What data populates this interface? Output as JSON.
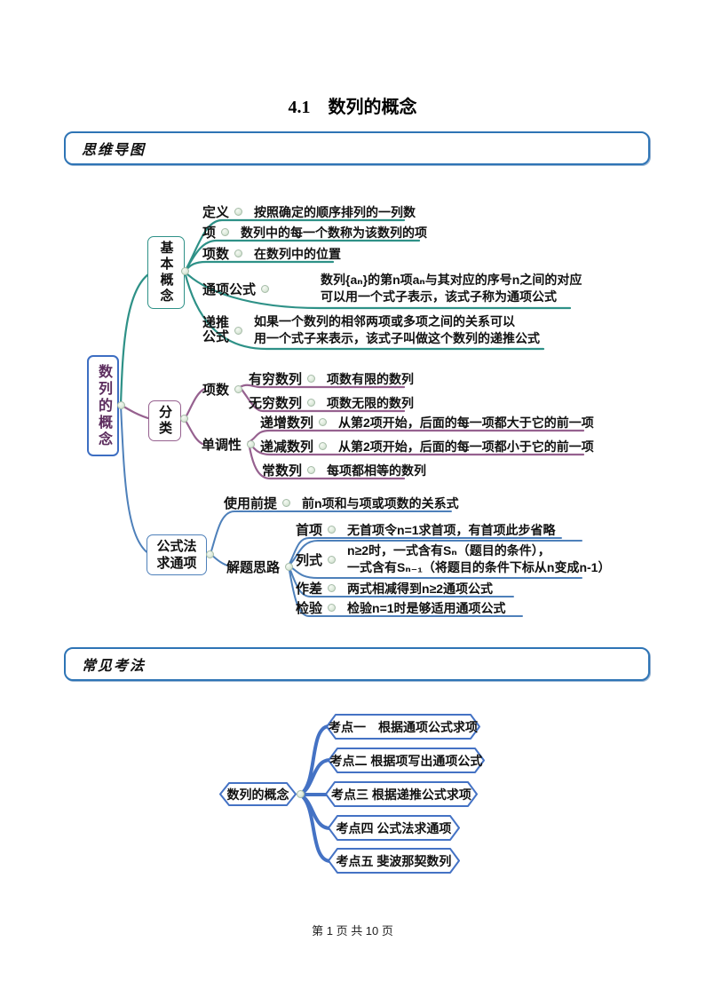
{
  "title": "4.1　数列的概念",
  "sections": {
    "s1": "思维导图",
    "s2": "常见考法"
  },
  "footer": "第 1 页 共 10 页",
  "colors": {
    "branch_teal": "#2E9187",
    "branch_purple": "#96618F",
    "branch_blue": "#4E80BA",
    "root_border_blue": "#3D6EC2",
    "root_text_purple": "#5C2D5E",
    "exam_blue": "#4472C4",
    "section_border_blue": "#2E74B5"
  },
  "map1": {
    "root": "数列的概念",
    "basic": {
      "label": "基本概念",
      "def": {
        "label": "定义",
        "desc": "按照确定的顺序排列的一列数"
      },
      "item": {
        "label": "项",
        "desc": "数列中的每一个数称为该数列的项"
      },
      "index": {
        "label": "项数",
        "desc": "在数列中的位置"
      },
      "general": {
        "label": "通项公式",
        "desc1": "数列{aₙ}的第n项aₙ与其对应的序号n之间的对应",
        "desc2": "可以用一个式子表示，该式子称为通项公式"
      },
      "recursive": {
        "label1": "递推",
        "label2": "公式",
        "desc1": "如果一个数列的相邻两项或多项之间的关系可以",
        "desc2": "用一个式子来表示，该式子叫做这个数列的递推公式"
      }
    },
    "classify": {
      "label": "分类",
      "bycount": {
        "label": "项数",
        "finite": {
          "label": "有穷数列",
          "desc": "项数有限的数列"
        },
        "infinite": {
          "label": "无穷数列",
          "desc": "项数无限的数列"
        }
      },
      "bymono": {
        "label": "单调性",
        "inc": {
          "label": "递增数列",
          "desc": "从第2项开始，后面的每一项都大于它的前一项"
        },
        "dec": {
          "label": "递减数列",
          "desc": "从第2项开始，后面的每一项都小于它的前一项"
        },
        "const": {
          "label": "常数列",
          "desc": "每项都相等的数列"
        }
      }
    },
    "formula": {
      "label1": "公式法",
      "label2": "求通项",
      "premise": {
        "label": "使用前提",
        "desc": "前n项和与项或项数的关系式"
      },
      "steps": {
        "label": "解题思路",
        "first": {
          "label": "首项",
          "desc": "无首项令n=1求首项，有首项此步省略"
        },
        "list": {
          "label": "列式",
          "desc1": "n≥2时，一式含有Sₙ（题目的条件），",
          "desc2": "一式含有Sₙ₋₁（将题目的条件下标从n变成n-1）"
        },
        "diff": {
          "label": "作差",
          "desc": "两式相减得到n≥2通项公式"
        },
        "check": {
          "label": "检验",
          "desc": "检验n=1时是够适用通项公式"
        }
      }
    }
  },
  "map2": {
    "root": "数列的概念",
    "items": [
      "考点一　根据通项公式求项",
      "考点二 根据项写出通项公式",
      "考点三 根据递推公式求项",
      "考点四 公式法求通项",
      "考点五 斐波那契数列"
    ]
  }
}
